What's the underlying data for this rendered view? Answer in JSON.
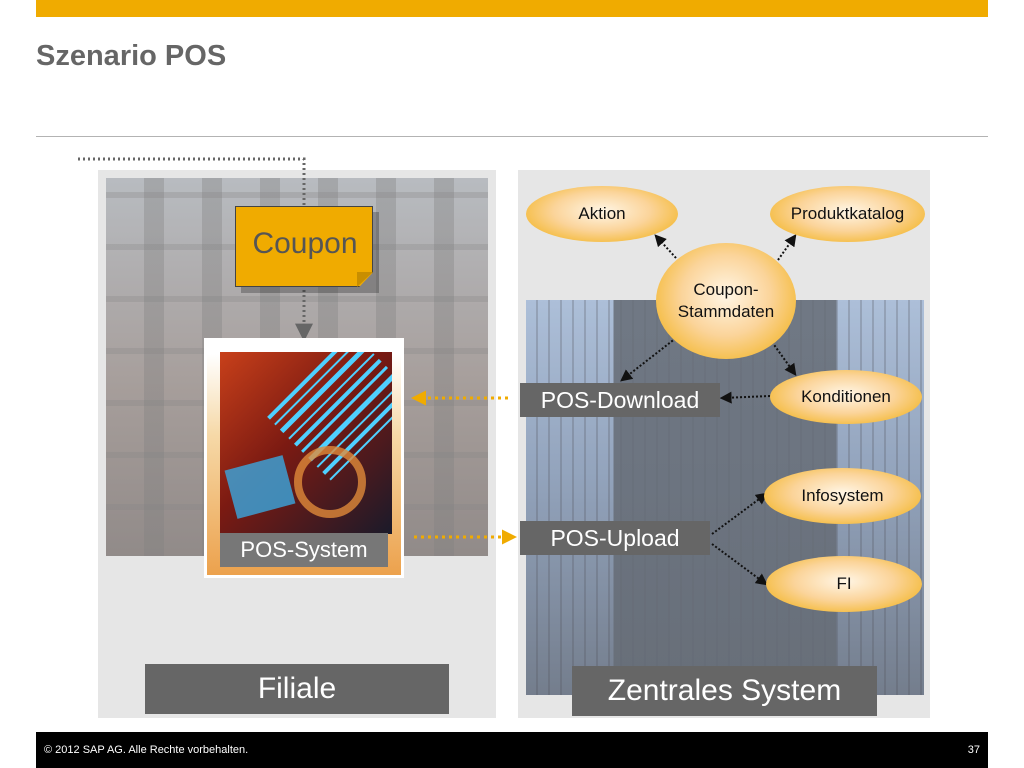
{
  "slide": {
    "title": "Szenario POS",
    "page_number": "37",
    "copyright": "© 2012 SAP AG. Alle Rechte vorbehalten."
  },
  "diagram": {
    "coupon": "Coupon",
    "pos_system": "POS-System",
    "pos_download": "POS-Download",
    "pos_upload": "POS-Upload",
    "filiale": "Filiale",
    "zentrales_system": "Zentrales System",
    "nodes": {
      "aktion": "Aktion",
      "produktkatalog": "Produktkatalog",
      "coupon_stammdaten": "Coupon-\nStammdaten",
      "konditionen": "Konditionen",
      "infosystem": "Infosystem",
      "fi": "FI"
    }
  },
  "colors": {
    "accent": "#f0ab00",
    "label_gray": "#666666",
    "panel_gray": "#e6e6e6"
  }
}
